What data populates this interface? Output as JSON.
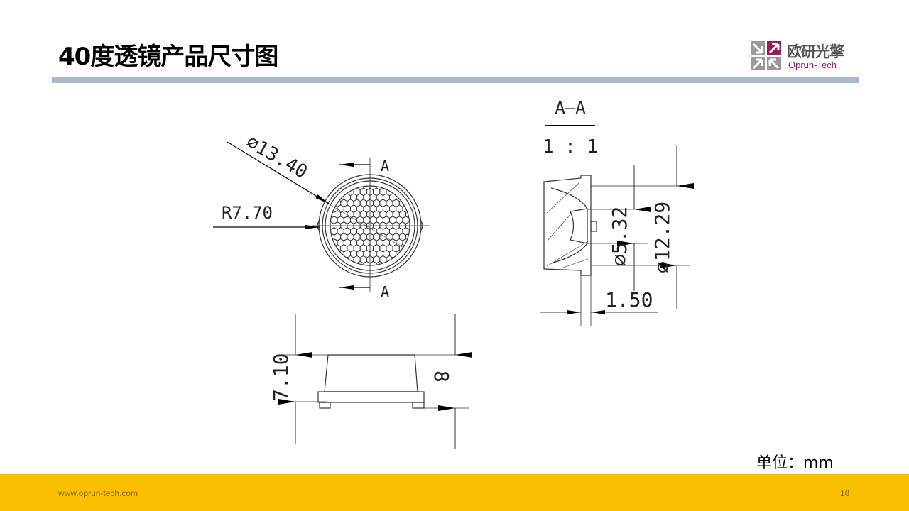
{
  "slide": {
    "title": "40度透镜产品尺寸图",
    "unit_label": "单位：mm",
    "page_number": "18",
    "website": "www.oprun-tech.com"
  },
  "logo": {
    "name_cn": "欧研光擎",
    "name_en": "Oprun-Tech",
    "accent_color": "#9b1a5e"
  },
  "drawing": {
    "front_view": {
      "diameter": "∅13.40",
      "radius": "R7.70",
      "section_mark_top": "A",
      "section_mark_bottom": "A"
    },
    "section_view": {
      "title": "A—A",
      "scale": "1 : 1",
      "inner_diameter": "∅5.32",
      "outer_diameter": "∅12.29",
      "flange_thickness": "1.50"
    },
    "side_view": {
      "body_height": "7.10",
      "total_height": "8"
    }
  },
  "colors": {
    "rule": "#a9b8cc",
    "footer": "#fcbf00"
  }
}
